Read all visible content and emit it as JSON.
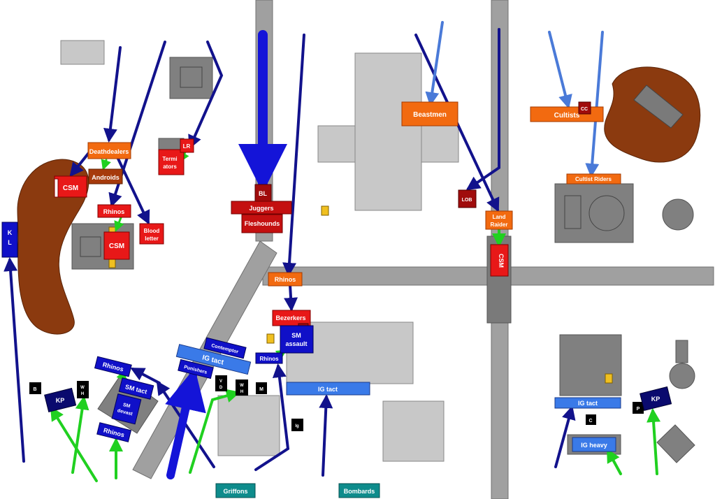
{
  "colors": {
    "road": "#a0a0a0",
    "building_light": "#c8c8c8",
    "building_dark": "#808080",
    "forest": "#8b3a0f",
    "chaos_red": "#e81818",
    "chaos_dark": "#a00c0c",
    "chaos_orange": "#f26a10",
    "imperial_blue": "#1010c8",
    "imperial_light": "#3a7ae8",
    "imperial_navy": "#0a0a6e",
    "teal": "#0e8c8c",
    "objective": "#f0c020",
    "arrow_dark": "#12128c",
    "arrow_light": "#4a7ad8",
    "arrow_green": "#20d020"
  },
  "chaos_units": {
    "deathdealers": "Deathdealers",
    "androids": "Androids",
    "csm_left": "CSM",
    "rhinos_left": "Rhinos",
    "csm_middle": "CSM",
    "blood_letter": [
      "Blood",
      "letter"
    ],
    "terminators": [
      "Termi",
      "ators"
    ],
    "lr": "LR",
    "bl": "BL",
    "juggers": "Juggers",
    "fleshounds": "Fleshounds",
    "rhinos_center": "Rhinos",
    "bezerkers": "Bezerkers",
    "k": "K",
    "beastmen": "Beastmen",
    "lob": "LOB",
    "land_raider": [
      "Land",
      "Raider"
    ],
    "csm_vertical": "CSM",
    "cultists": "Cultists",
    "cc": "CC",
    "cultist_riders": "Cultist Riders"
  },
  "imperial_units": {
    "kl": [
      "K",
      "L"
    ],
    "b": "B",
    "kp_left": "KP",
    "wh_left": [
      "W",
      "H"
    ],
    "rhinos_top": "Rhinos",
    "sm_tact": "SM tact",
    "sm_devast": [
      "SM",
      "devast"
    ],
    "rhinos_bottom": "Rhinos",
    "contemptor": "Contemptor",
    "ig_tact_diag": "IG tact",
    "punishers": "Punishers",
    "vd": [
      "V",
      "D"
    ],
    "wh_mid": [
      "W",
      "H"
    ],
    "m": "M",
    "rhinos_mid": "Rhinos",
    "sm_assault": [
      "SM",
      "assault"
    ],
    "ig_tact_mid": "IG tact",
    "ig": "Ig",
    "griffons": "Griffons",
    "bombards": "Bombards",
    "ig_tact_right": "IG tact",
    "c": "C",
    "ig_heavy": "IG heavy",
    "p": "P",
    "kp_right": "KP"
  }
}
